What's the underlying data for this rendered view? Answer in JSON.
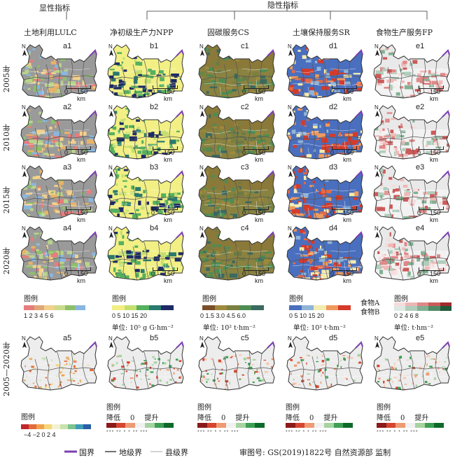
{
  "header": {
    "explicit": "显性指标",
    "implicit": "隐性指标",
    "columns": [
      "土地利用LULC",
      "净初级生产力NPP",
      "固碳服务CS",
      "土壤保持服务SR",
      "食物生产服务FP"
    ]
  },
  "rows": [
    "2005年",
    "2010年",
    "2015年",
    "2020年",
    "2005—2020年"
  ],
  "panel_labels": [
    [
      "a1",
      "b1",
      "c1",
      "d1",
      "e1"
    ],
    [
      "a2",
      "b2",
      "c2",
      "d2",
      "e2"
    ],
    [
      "a3",
      "b3",
      "c3",
      "d3",
      "e3"
    ],
    [
      "a4",
      "b4",
      "c4",
      "d4",
      "e4"
    ],
    [
      "a5",
      "b5",
      "c5",
      "d5",
      "e5"
    ]
  ],
  "scale": {
    "zero": "0",
    "dist": "150 km"
  },
  "north": "N",
  "legend_title": "图例",
  "legend_lulc": {
    "ticks": "1  2  3  4  5  6",
    "colors": [
      "#e67d7d",
      "#e0a878",
      "#f3d08c",
      "#c9da8a",
      "#8ebf6a",
      "#8ab7e0"
    ]
  },
  "legend_npp": {
    "ticks": "0   5  10  15  20",
    "unit": "单位: 10⁵ g G·hm⁻²",
    "colors": [
      "#f2ef85",
      "#c5df6f",
      "#56b05e",
      "#2a7a6d",
      "#1d2a66"
    ]
  },
  "legend_cs": {
    "ticks": "0  1.5  3.0  4.5  6.0",
    "unit": "单位: 10² t·hm⁻²",
    "colors": [
      "#7a4f2a",
      "#9e8a3e",
      "#7a8040",
      "#4e8c52",
      "#3a6a60"
    ]
  },
  "legend_sr": {
    "ticks": "0   5  10  15  20",
    "unit": "单位: 10² t·hm⁻²",
    "colors": [
      "#4a6fbf",
      "#8fb4d8",
      "#f3ecb0",
      "#ef9a5e",
      "#d53b2a"
    ]
  },
  "legend_fp": {
    "food_a": "食物A",
    "food_b": "食物B",
    "ticks": "0  2  4  6  8",
    "unit": "单位: t·hm⁻²",
    "colors_a": [
      "#f6dcdc",
      "#eeb6b6",
      "#e08888",
      "#cc5a5a",
      "#a22a2a"
    ],
    "colors_b": [
      "#dde9e2",
      "#b0cdbb",
      "#82b093",
      "#4f8a66",
      "#1f5a3a"
    ]
  },
  "legend_a5": {
    "ticks": "−4  −2   0   2   4",
    "colors": [
      "#c0262b",
      "#e26a3c",
      "#f0a24a",
      "#f5d77a",
      "#f4f1d0",
      "#c8e3ad",
      "#7cc38e",
      "#3f9bb8",
      "#2a5fa6"
    ]
  },
  "change_legend": {
    "decrease": "降低",
    "zero": "0",
    "increase": "提升",
    "sig": "*** **  *         *  ** ***",
    "colors": [
      "#8b1a1a",
      "#d6452f",
      "#ef9a72",
      "#f1f1f1",
      "#a6d3a0",
      "#3f9f55",
      "#0e6a2a"
    ]
  },
  "bottom": {
    "national": "国界",
    "prefecture": "地级界",
    "county": "县级界",
    "approval": "审图号: GS(2019)1822号   自然资源部 监制"
  }
}
